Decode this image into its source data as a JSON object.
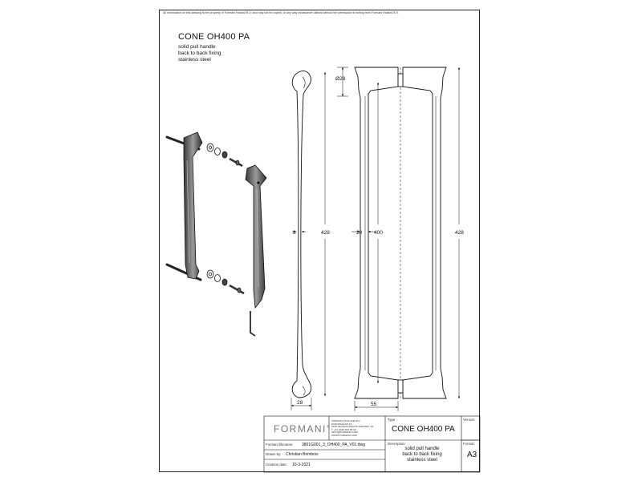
{
  "notice": "All information on this drawing is the property of Formani Holland B.V. and may not be copied, or any way whatsoever utilised without the permission in writing from Formani Holland B.V.",
  "title": "CONE OH400 PA",
  "subtitle_lines": [
    "solid pull handle",
    "back to back fixing",
    "stainless steel"
  ],
  "dimensions": {
    "rose_diameter": "Ø28",
    "grip_width": "8",
    "profile_height": "428",
    "bar_depth": "20",
    "centre_distance": "400",
    "front_height": "428",
    "profile_width": "28",
    "projection": "55"
  },
  "title_block": {
    "logo": "FORMANI",
    "logo_mark": "®",
    "address": [
      "FORMANI HOLLAND B.V.",
      "EUROPALAAN 13",
      "6199 AB MAASTRICHT-AIRPORT, NL",
      "T +31 (0)43 604 98 00",
      "INFO@FORMANI.COM",
      "WWW.FORMANI.COM"
    ],
    "type_label": "Type :",
    "type_value": "CONE OH400 PA",
    "version_label": "Version:",
    "filename_label": "Formani filename:",
    "filename_value": "3801G001_3_OH400_PA_V01.dwg",
    "description_label": "Description:",
    "description_lines": [
      "solid pull handle",
      "back to back fixing",
      "stainless steel"
    ],
    "drawn_label": "Drawn by:",
    "drawn_value": "Christian Brimbois",
    "format_label": "Format:",
    "format_value": "A3",
    "created_label": "Creation date:",
    "created_value": "10-3-2021"
  }
}
